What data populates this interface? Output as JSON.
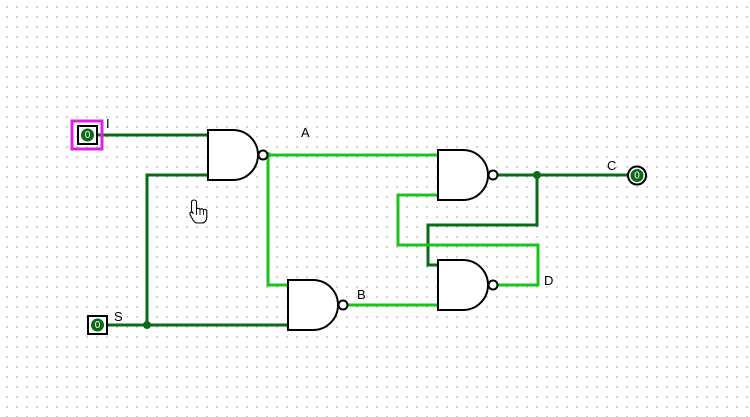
{
  "circuit": {
    "labels": {
      "input_i": "I",
      "input_s": "S",
      "node_a": "A",
      "node_b": "B",
      "output_c": "C",
      "node_d": "D"
    },
    "values": {
      "input_i": "0",
      "input_s": "0",
      "output_c": "0"
    },
    "gates": [
      "NAND",
      "NAND",
      "NAND",
      "NAND"
    ],
    "colors": {
      "wire_low": "#0b6b18",
      "wire_high": "#19c51b",
      "selection": "#e020e0",
      "gate_stroke": "#000000"
    },
    "icons": {
      "cursor": "hand-pointer-icon"
    }
  }
}
